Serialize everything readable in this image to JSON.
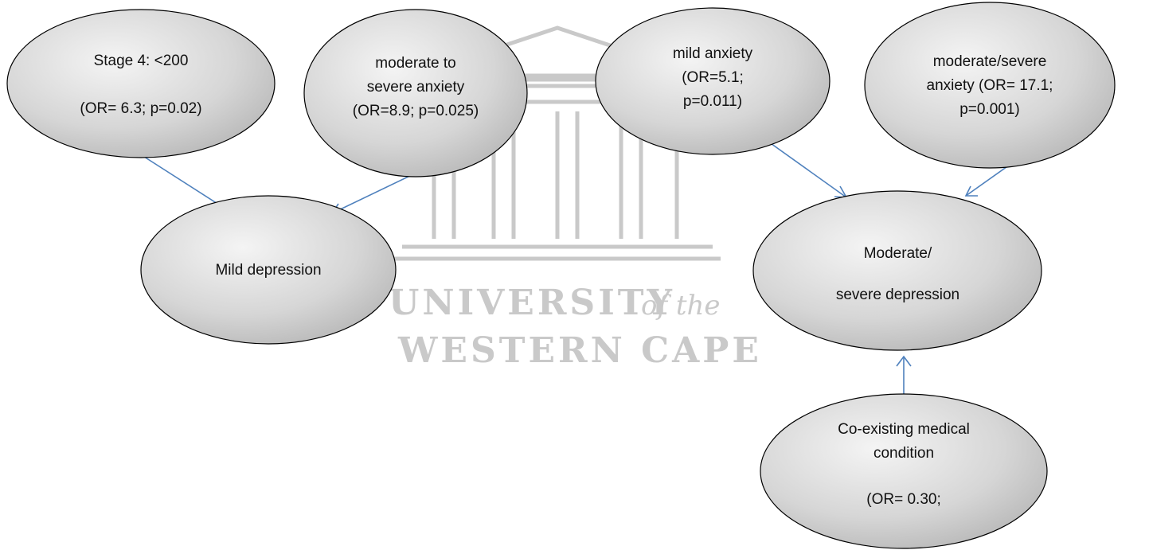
{
  "watermark": {
    "line1": "UNIVERSITY",
    "line1_suffix": "of the",
    "line2": "WESTERN CAPE",
    "color": "#c9c9c9"
  },
  "nodes": {
    "stage4": {
      "line1": "Stage 4: <200",
      "line2": "(OR= 6.3; p=0.02)"
    },
    "mod_sev_anxiety_left": {
      "line1": "moderate to",
      "line2": "severe anxiety",
      "line3": "(OR=8.9; p=0.025)"
    },
    "mild_anxiety": {
      "line1": "mild anxiety",
      "line2": "(OR=5.1;",
      "line3": "p=0.011)"
    },
    "mod_sev_anxiety_right": {
      "line1": "moderate/severe",
      "line2": "anxiety (OR= 17.1;",
      "line3": "p=0.001)"
    },
    "mild_depression": {
      "line1": "Mild depression"
    },
    "mod_sev_depression": {
      "line1": "Moderate/",
      "line2": "severe depression"
    },
    "coexisting": {
      "line1": "Co-existing medical",
      "line2": "condition",
      "line3": "(OR= 0.30;"
    }
  },
  "colors": {
    "node_fill_light": "#f2f2f2",
    "node_fill_dark": "#b8b8b8",
    "node_stroke": "#000000",
    "arrow": "#4f81bd"
  }
}
